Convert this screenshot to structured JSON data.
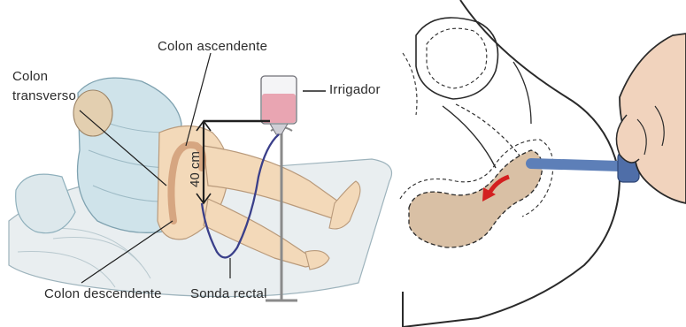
{
  "labels": {
    "colon_ascendente": "Colon ascendente",
    "colon_transverso_line1": "Colon",
    "colon_transverso_line2": "transverso",
    "irrigador": "Irrigador",
    "height_40cm": "40 cm",
    "colon_descendente": "Colon descendente",
    "sonda_rectal": "Sonda rectal"
  },
  "colors": {
    "skin": "#f3d9b9",
    "skin_outline": "#b99a7b",
    "bedding": "#cfe3ea",
    "bedding_outline": "#8fb0bc",
    "sheet": "#e9eef0",
    "fluid": "#e9a5b2",
    "tube": "#3a3f8a",
    "pole": "#8a8a8a",
    "anatomy_fill": "#d9c0a5",
    "anatomy_outline": "#2a2a2a",
    "probe": "#5d7fb8",
    "arrow": "#d32020"
  },
  "icons": {
    "left_panel": "enema-patient-illustration",
    "right_panel": "rectal-tube-insertion-illustration"
  }
}
